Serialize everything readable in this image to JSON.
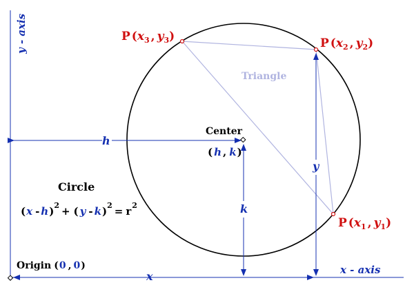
{
  "axes": {
    "y_axis_label": "y - axis",
    "x_axis_label": "x - axis"
  },
  "points": {
    "p3": {
      "letter": "P",
      "open": "(",
      "x": "x",
      "x_sub": "3",
      "comma": ",",
      "y": "y",
      "y_sub": "3",
      "close": ")"
    },
    "p2": {
      "letter": "P",
      "open": "(",
      "x": "x",
      "x_sub": "2",
      "comma": ",",
      "y": "y",
      "y_sub": "2",
      "close": ")"
    },
    "p1": {
      "letter": "P",
      "open": "(",
      "x": "x",
      "x_sub": "1",
      "comma": ",",
      "y": "y",
      "y_sub": "1",
      "close": ")"
    }
  },
  "triangle_label": "Triangle",
  "center": {
    "label": "Center",
    "open": "(",
    "h": "h",
    "comma": ",",
    "k": "k",
    "close": ")"
  },
  "measures": {
    "h": "h",
    "k": "k",
    "x": "x",
    "y": "y"
  },
  "circle_title": "Circle",
  "equation": {
    "open1": "(",
    "x": "x",
    "minus1": "-",
    "h": "h",
    "close1": ")",
    "exp1": "2",
    "plus": "+",
    "open2": "(",
    "y": "y",
    "minus2": "-",
    "k": "k",
    "close2": ")",
    "exp2": "2",
    "equals": "=",
    "r": "r",
    "exp3": "2"
  },
  "origin": {
    "label": "Origin",
    "open": "(",
    "zero1": "0",
    "comma": ",",
    "zero2": "0",
    "close": ")"
  },
  "colors": {
    "point_label": "#d01010",
    "variable": "#1530b0",
    "triangle": "#b0b4e0",
    "axis": "#1530b0"
  }
}
